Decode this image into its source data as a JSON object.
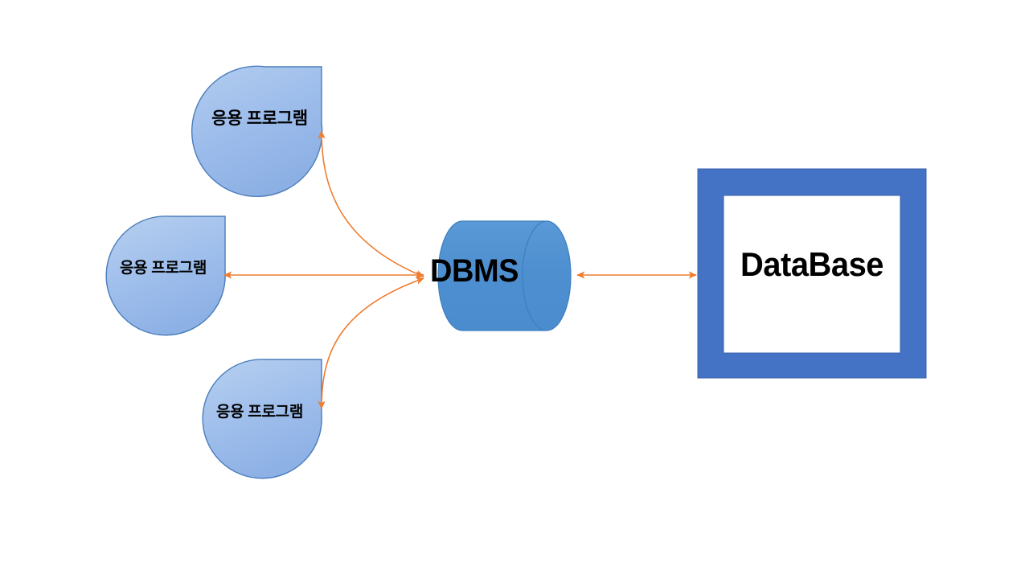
{
  "diagram": {
    "title": "DBMS architecture diagram",
    "background_color": "#ffffff",
    "palette": {
      "app_fill_light": "#a8c4ea",
      "app_fill_dark": "#93b4e4",
      "app_stroke": "#4a7ebb",
      "dbms_fill": "#4e8fd0",
      "dbms_stroke": "#2f6ca8",
      "frame_fill": "#4472c4",
      "frame_inner_fill": "#ffffff",
      "arrow_color": "#ed7d31",
      "text_color": "#000000"
    },
    "nodes": [
      {
        "id": "app-1",
        "shape": "teardrop",
        "label": "응용 프로그램",
        "position": "top-left"
      },
      {
        "id": "app-2",
        "shape": "teardrop",
        "label": "응용 프로그램",
        "position": "middle-left"
      },
      {
        "id": "app-3",
        "shape": "teardrop",
        "label": "응용 프로그램",
        "position": "bottom-left"
      },
      {
        "id": "dbms",
        "shape": "cylinder",
        "label": "DBMS",
        "position": "center"
      },
      {
        "id": "database",
        "shape": "frame",
        "label": "DataBase",
        "position": "right"
      }
    ],
    "connectors": [
      {
        "id": "conn-app1-dbms",
        "from": "dbms",
        "to": "app-1",
        "style": "curved",
        "arrowheads": "both"
      },
      {
        "id": "conn-app2-dbms",
        "from": "dbms",
        "to": "app-2",
        "style": "straight",
        "arrowheads": "both"
      },
      {
        "id": "conn-app3-dbms",
        "from": "dbms",
        "to": "app-3",
        "style": "curved",
        "arrowheads": "both"
      },
      {
        "id": "conn-dbms-database",
        "from": "dbms",
        "to": "database",
        "style": "straight",
        "arrowheads": "both"
      }
    ]
  }
}
